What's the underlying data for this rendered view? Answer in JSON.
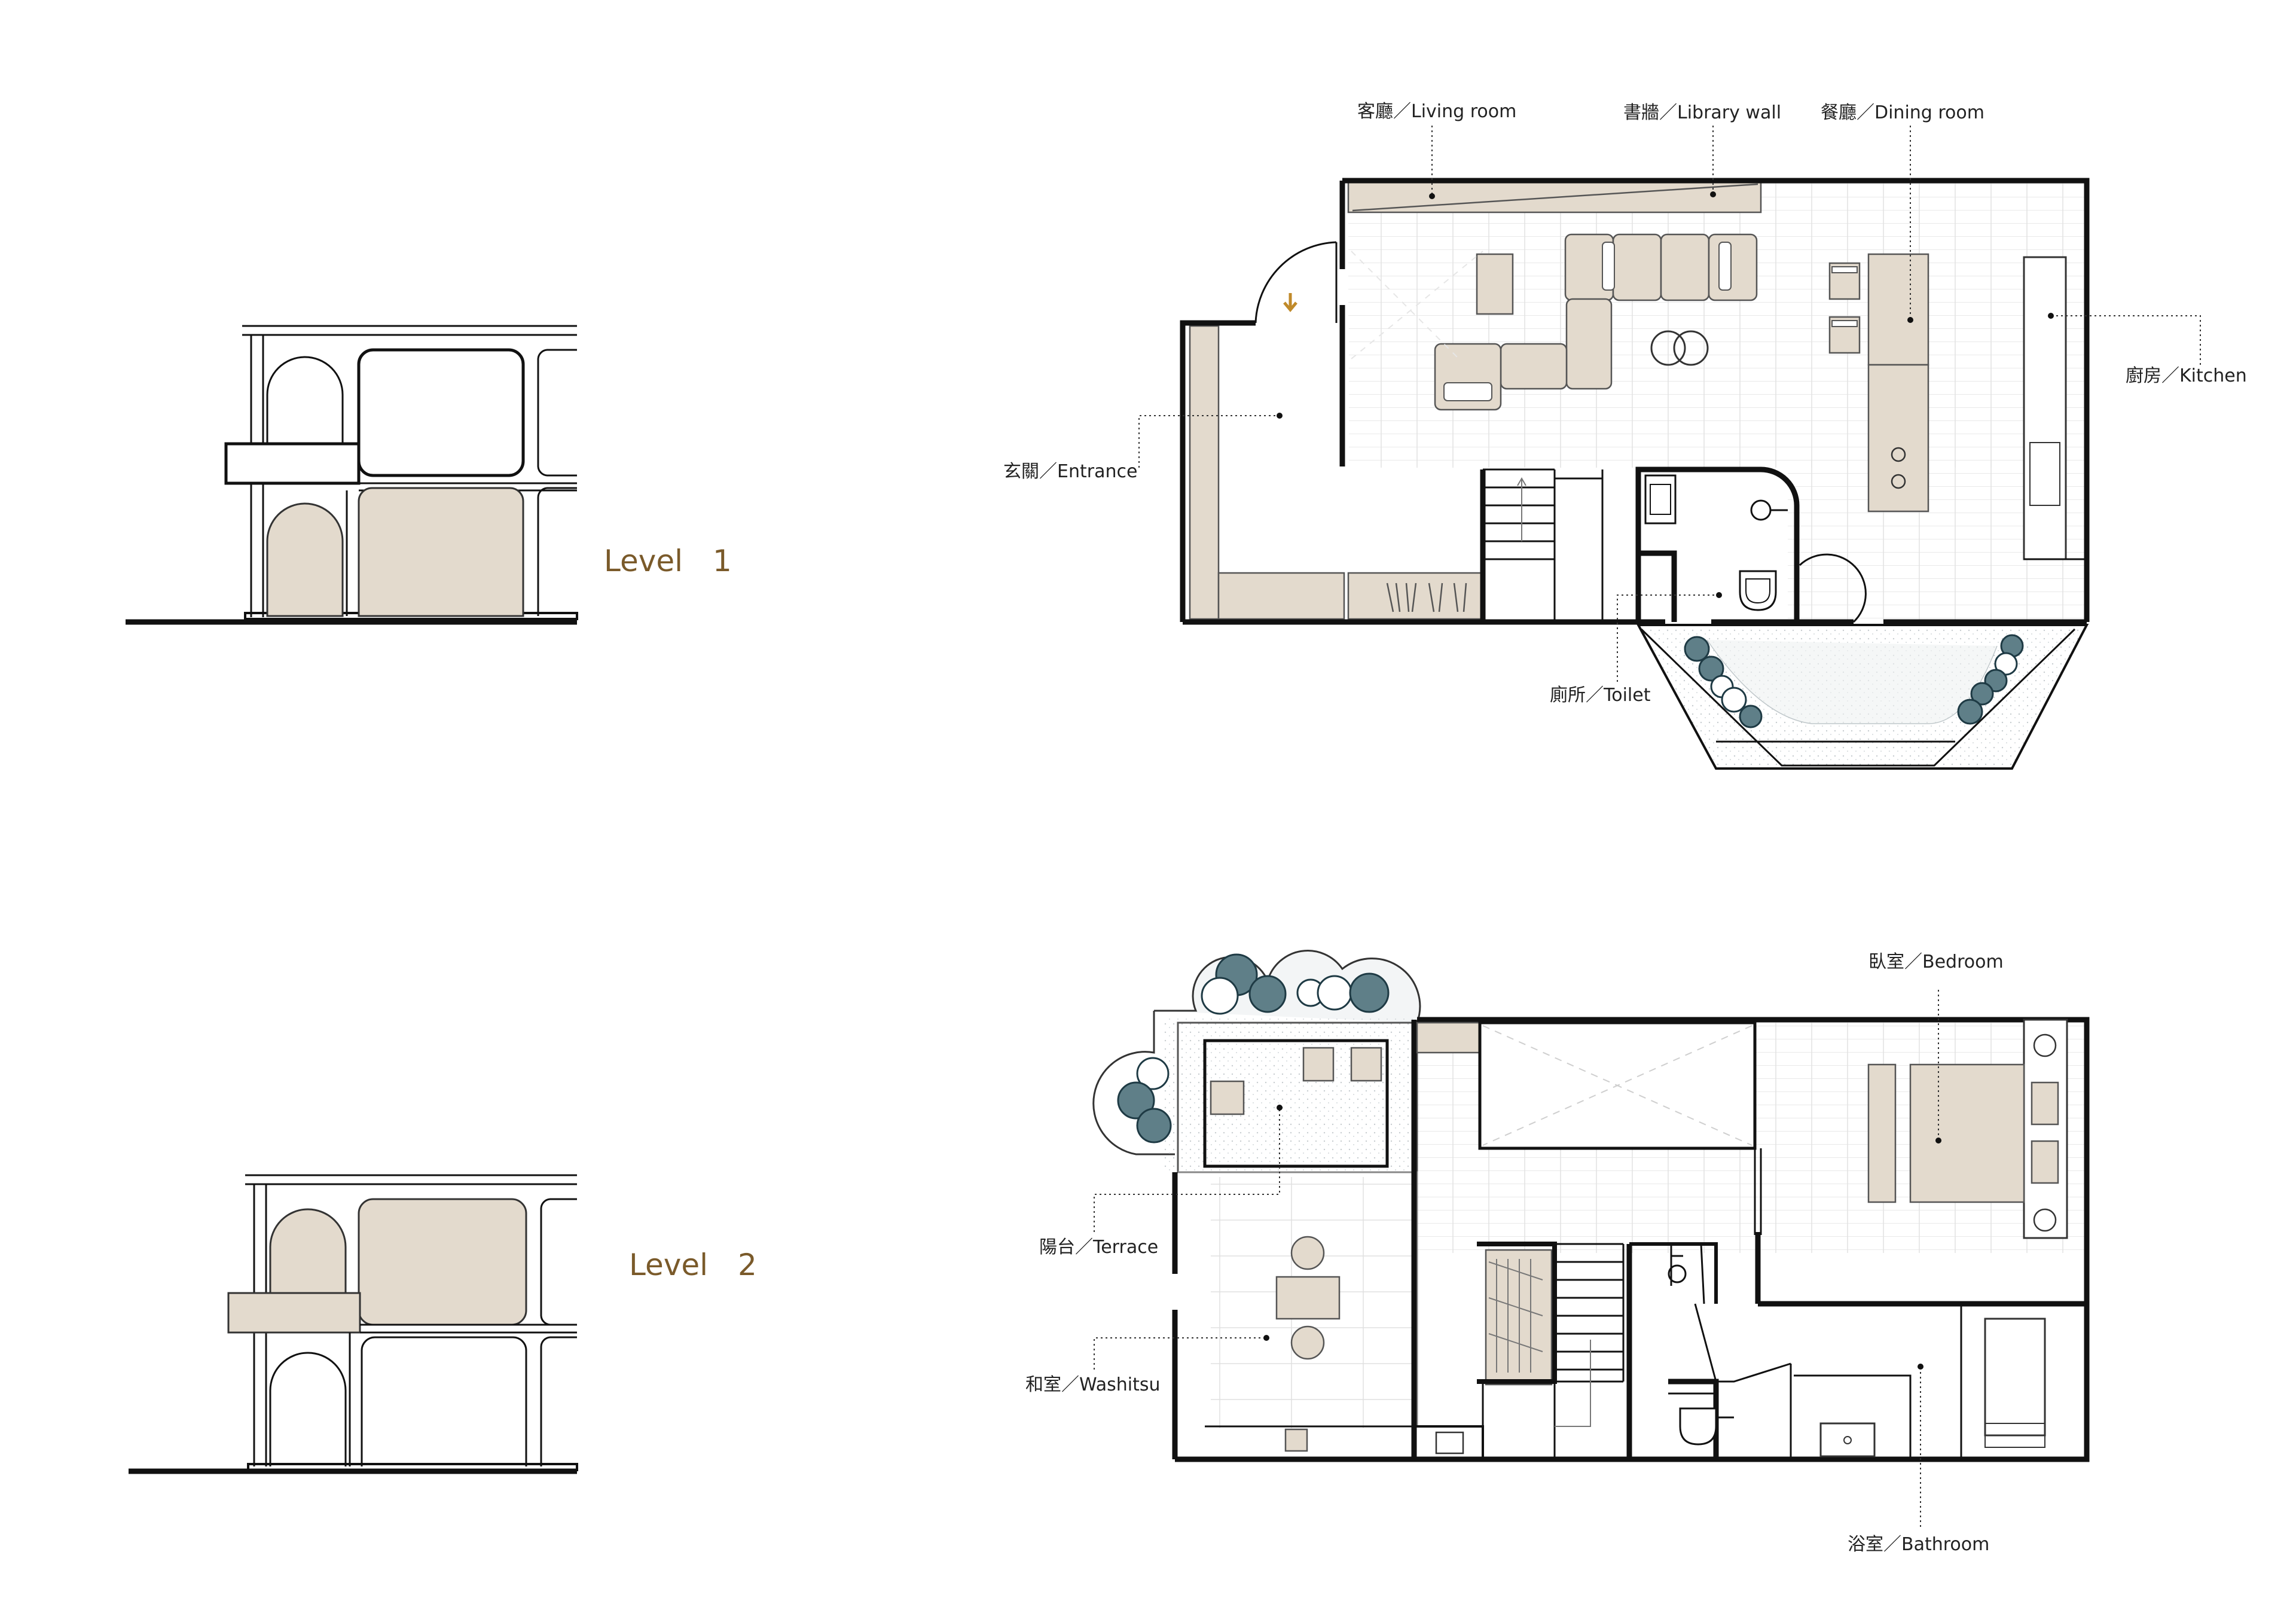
{
  "levels": [
    {
      "label": "Level　1"
    },
    {
      "label": "Level　2"
    }
  ],
  "level1_rooms": {
    "living": "客廳／Living room",
    "library": "書牆／Library wall",
    "dining": "餐廳／Dining room",
    "kitchen": "廚房／Kitchen",
    "entrance": "玄關／Entrance",
    "toilet": "廁所／Toilet"
  },
  "level2_rooms": {
    "bedroom": "臥室／Bedroom",
    "terrace": "陽台／Terrace",
    "washitsu": "和室／Washitsu",
    "bathroom": "浴室／Bathroom"
  },
  "colors": {
    "furniture": "#e3dacd",
    "level_label": "#7a5a2a",
    "plant": "#5f7f88",
    "wall": "#111111"
  }
}
